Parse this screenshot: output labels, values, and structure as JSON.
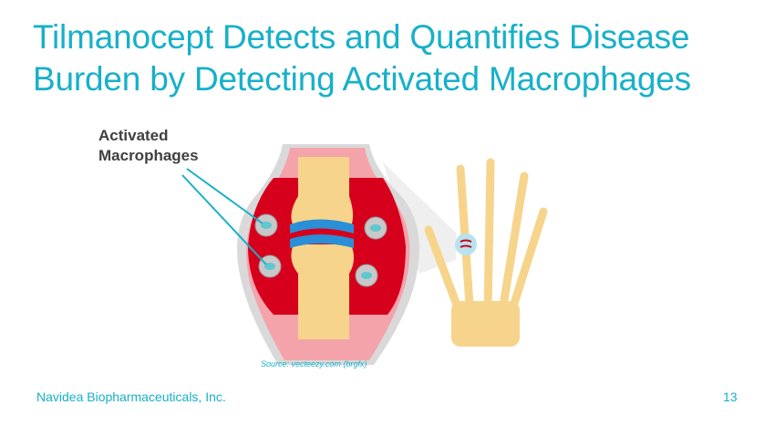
{
  "slide": {
    "title_line1": "Tilmanocept Detects and Quantifies Disease",
    "title_line2": "Burden by Detecting Activated Macrophages",
    "callout_line1": "Activated",
    "callout_line2": "Macrophages",
    "source": "Source: vecteezy.com (brgfx)",
    "footer": "Navidea Biopharmaceuticals, Inc.",
    "page_number": "13"
  },
  "colors": {
    "accent": "#17b0c9",
    "inflammation": "#d6001c",
    "bone": "#f7d48b",
    "cartilage": "#2a8fd6"
  }
}
